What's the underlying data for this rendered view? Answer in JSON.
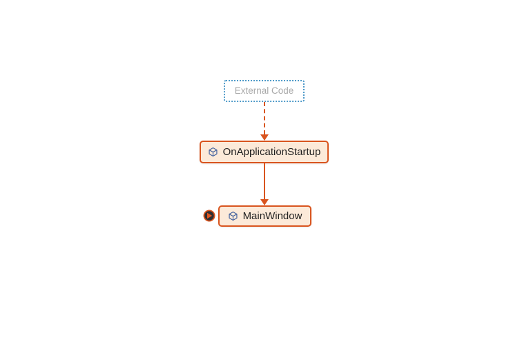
{
  "canvas": {
    "background_color": "#ffffff"
  },
  "diagram": {
    "type": "call-graph",
    "nodes": [
      {
        "id": "external-code",
        "label": "External Code",
        "kind": "external-group",
        "border_color": "#4e9ac9",
        "border_style": "dotted",
        "fill_color": "#ffffff",
        "text_color": "#a9a9a9"
      },
      {
        "id": "on-application-startup",
        "label": "OnApplicationStartup",
        "kind": "method",
        "icon": "cube-icon",
        "border_color": "#d9541e",
        "border_style": "solid",
        "fill_color": "#fcead9",
        "text_color": "#1f1f1f"
      },
      {
        "id": "main-window",
        "label": "MainWindow",
        "kind": "method",
        "icon": "cube-icon",
        "badge": "instruction-pointer-badge",
        "border_color": "#d9541e",
        "border_style": "solid",
        "fill_color": "#fcead9",
        "text_color": "#1f1f1f"
      }
    ],
    "edges": [
      {
        "from": "External Code",
        "to": "OnApplicationStartup",
        "style": "dashed",
        "color": "#d9541e",
        "direction": "down"
      },
      {
        "from": "OnApplicationStartup",
        "to": "MainWindow",
        "style": "solid",
        "color": "#d9541e",
        "direction": "down"
      }
    ],
    "accent_colors": {
      "method_orange": "#d9541e",
      "method_fill": "#fcead9",
      "external_blue": "#4e9ac9",
      "icon_blue": "#44639f",
      "badge_dark": "#2f2f32"
    }
  }
}
